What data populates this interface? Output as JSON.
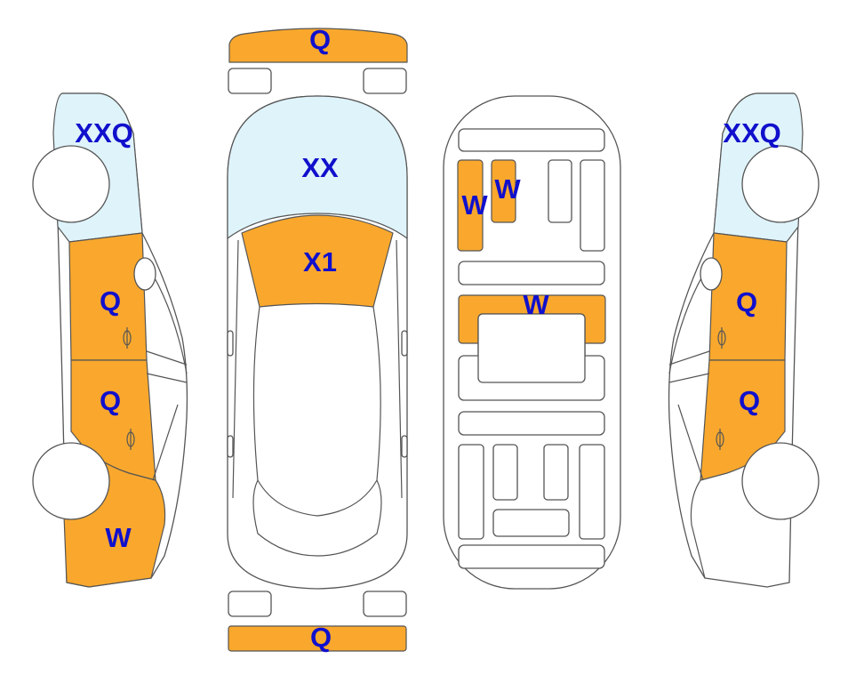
{
  "colors": {
    "marked_panel": "#F9A82D",
    "glass": "#DFF3FA",
    "label": "#1010CC",
    "outline": "#555555"
  },
  "labels": {
    "front_bumper": "Q",
    "rear_bumper": "Q",
    "windshield": "XX",
    "hood": "X1",
    "left_roof_glass": "XXQ",
    "left_rear_door": "Q",
    "left_front_door": "Q",
    "left_front_fender": "W",
    "right_roof_glass": "XXQ",
    "right_rear_door": "Q",
    "right_front_door": "Q",
    "floor_panel_left": "W",
    "floor_panel_right": "W",
    "floor_crossmember": "W"
  }
}
